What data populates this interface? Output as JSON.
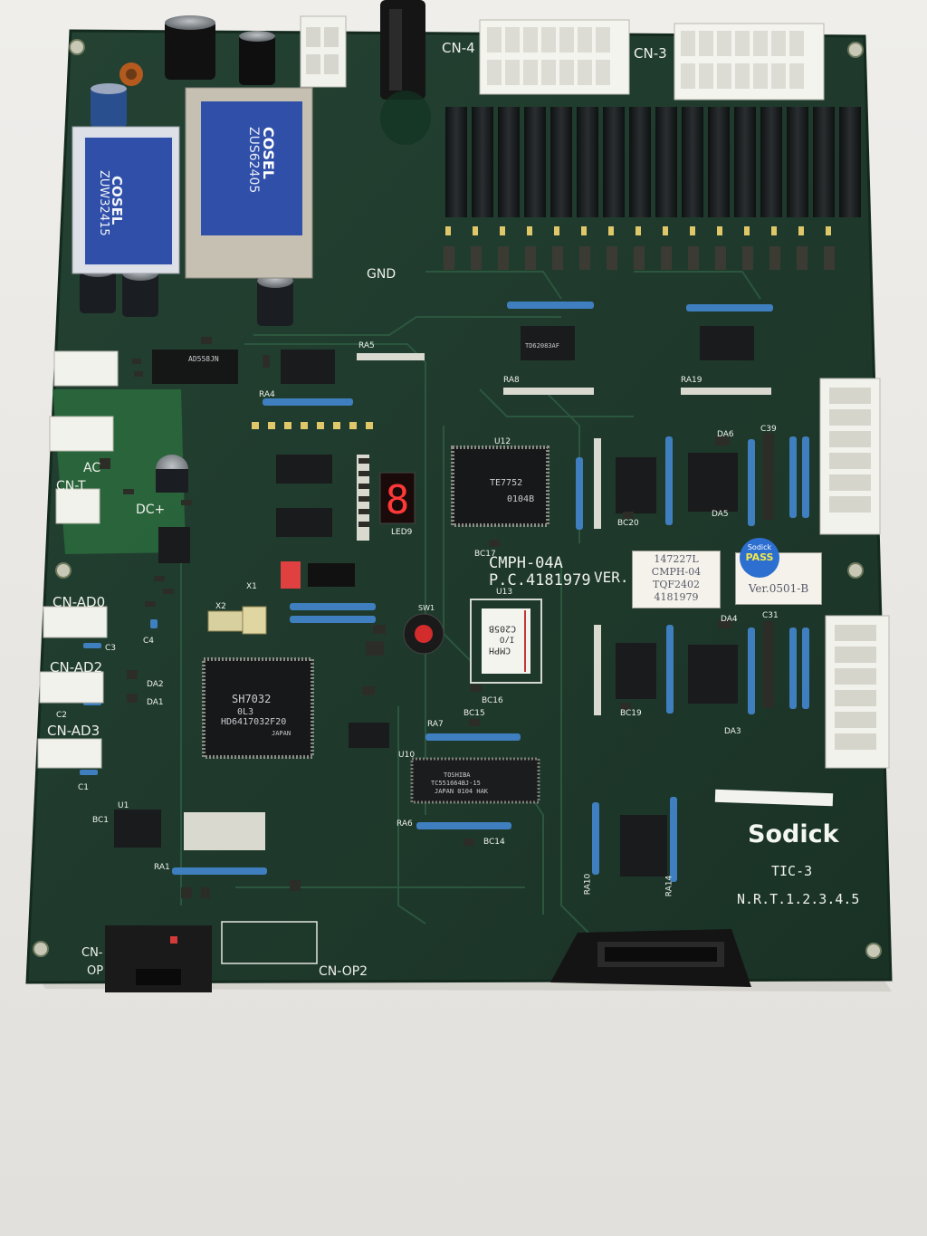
{
  "board": {
    "brand": "Sodick",
    "model": "TIC-3",
    "revision": "N.R.T.1.2.3.4.5",
    "part_name": "CMPH-04A",
    "part_number": "P.C.4181979",
    "ver_label": "VER.",
    "gnd": "GND"
  },
  "connectors": {
    "cn4": "CN-4",
    "cn3": "CN-3",
    "cn_t": "CN-T",
    "cn_ad0": "CN-AD0",
    "cn_ad2": "CN-AD2",
    "cn_ad3": "CN-AD3",
    "cn_op2": "CN-OP2",
    "cn_op1_a": "CN-",
    "cn_op1_b": "OP"
  },
  "stickers": {
    "lot": [
      "147227L",
      "CMPH-04",
      "TQF2402",
      "4181979"
    ],
    "version": "Ver.0501-B",
    "pass_top": "Sodick",
    "pass_main": "PASS"
  },
  "power_modules": {
    "left": {
      "brand": "COSEL",
      "model": "ZUW32415"
    },
    "right": {
      "brand": "COSEL",
      "model": "ZUS62405"
    }
  },
  "chips": {
    "mcu_brand": "SH7032",
    "mcu_line1": "0L3",
    "mcu_line2": "HD6417032F20",
    "mcu_line3": "JAPAN",
    "fpga": "TE7752",
    "fpga_code": "0104B",
    "ram_brand": "TOSHIBA",
    "ram_part": "TC551664BJ-15",
    "ram_origin": "JAPAN 0104 HAK",
    "adc": "AD558JN",
    "cmph_label_1": "CMPH",
    "cmph_label_2": "I/O",
    "cmph_label_3": "C205B",
    "driver": "TD62083AF"
  },
  "silkscreen": {
    "ac": "AC",
    "dc": "DC+",
    "led9": "LED9",
    "sw1": "SW1",
    "x1": "X1",
    "x2": "X2",
    "u12": "U12",
    "u13": "U13",
    "u10": "U10",
    "ra4": "RA4",
    "ra5": "RA5",
    "ra7": "RA7",
    "ra8": "RA8",
    "ra19": "RA19",
    "ra6": "RA6",
    "ra1": "RA1",
    "u1": "U1",
    "bc1": "BC1",
    "c1": "C1",
    "c2": "C2",
    "c3": "C3",
    "c4": "C4",
    "da1": "DA1",
    "da2": "DA2",
    "da3": "DA3",
    "da4": "DA4",
    "da5": "DA5",
    "da6": "DA6",
    "c31": "C31",
    "c39": "C39",
    "ra10": "RA10",
    "ra14": "RA14",
    "bc14": "BC14",
    "bc15": "BC15",
    "bc16": "BC16",
    "bc17": "BC17",
    "bc19": "BC19",
    "bc20": "BC20"
  },
  "colors": {
    "pcb": "#1f3a2c",
    "pcb_edge": "#162a20",
    "silk": "#e8ece4",
    "cosel_blue": "#2f4fa8",
    "connector": "#f2f2ec",
    "resistor_blue": "#3f7fbf"
  }
}
